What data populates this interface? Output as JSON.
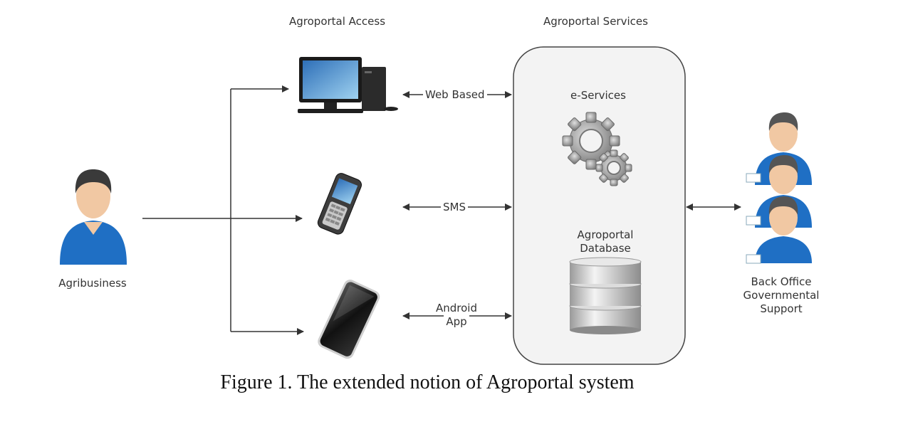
{
  "headers": {
    "access": "Agroportal Access",
    "services": "Agroportal Services"
  },
  "actors": {
    "agribusiness": "Agribusiness",
    "back_office": [
      "Back Office",
      "Governmental",
      "Support"
    ]
  },
  "channels": {
    "web": "Web Based",
    "sms": "SMS",
    "android": [
      "Android",
      "App"
    ]
  },
  "services_box": {
    "eservices": "e-Services",
    "database": [
      "Agroportal",
      "Database"
    ]
  },
  "caption": "Figure 1. The extended notion of Agroportal system",
  "icons": [
    "person-icon",
    "desktop-computer-icon",
    "mobile-phone-icon",
    "smartphone-icon",
    "gears-icon",
    "database-icon",
    "staff-group-icon"
  ],
  "colors": {
    "arrow": "#333333",
    "box_fill": "#f2f2f2",
    "shirt": "#1f6fc4"
  }
}
